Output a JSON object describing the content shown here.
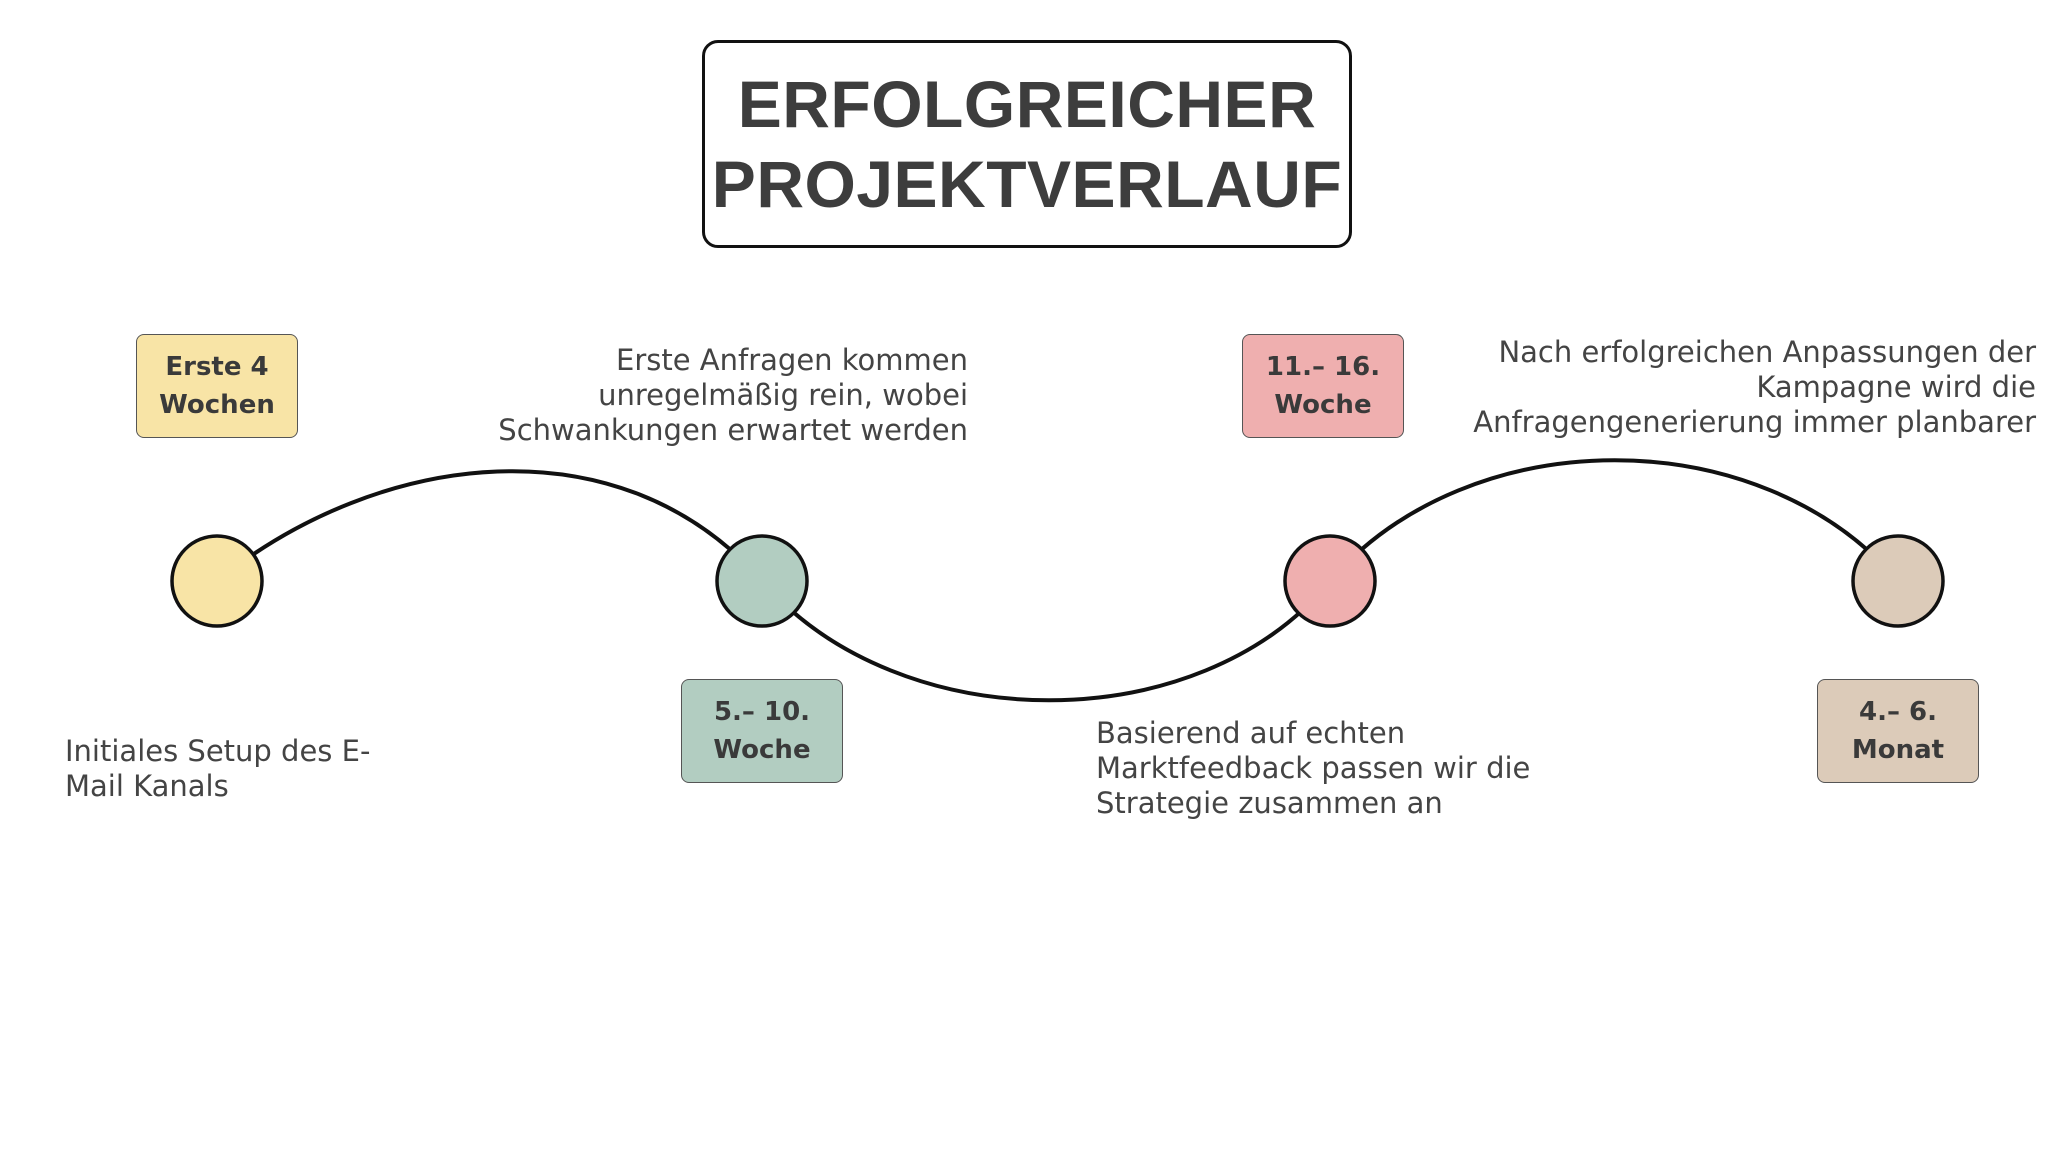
{
  "title": {
    "line1": "ERFOLGREICHER",
    "line2": "PROJEKTVERLAUF"
  },
  "colors": {
    "yellow": "#f8e4a6",
    "green": "#b2cdc1",
    "pink": "#efafaf",
    "beige": "#dccbb9",
    "line": "#111111"
  },
  "milestones": [
    {
      "label_line1": "Erste 4",
      "label_line2": "Wochen",
      "desc_lines": [
        "Initiales Setup des E-",
        "Mail Kanals"
      ]
    },
    {
      "label_line1": "5.– 10.",
      "label_line2": "Woche",
      "desc_lines": [
        "Erste Anfragen kommen",
        "unregelmäßig rein, wobei",
        "Schwankungen erwartet werden"
      ]
    },
    {
      "label_line1": "11.– 16.",
      "label_line2": "Woche",
      "desc_lines": [
        "Basierend auf echten",
        "Marktfeedback passen wir die",
        "Strategie zusammen an"
      ]
    },
    {
      "label_line1": "4.– 6.",
      "label_line2": "Monat",
      "desc_lines": [
        "Nach erfolgreichen Anpassungen der",
        "Kampagne wird die",
        "Anfragengenerierung immer planbarer"
      ]
    }
  ]
}
